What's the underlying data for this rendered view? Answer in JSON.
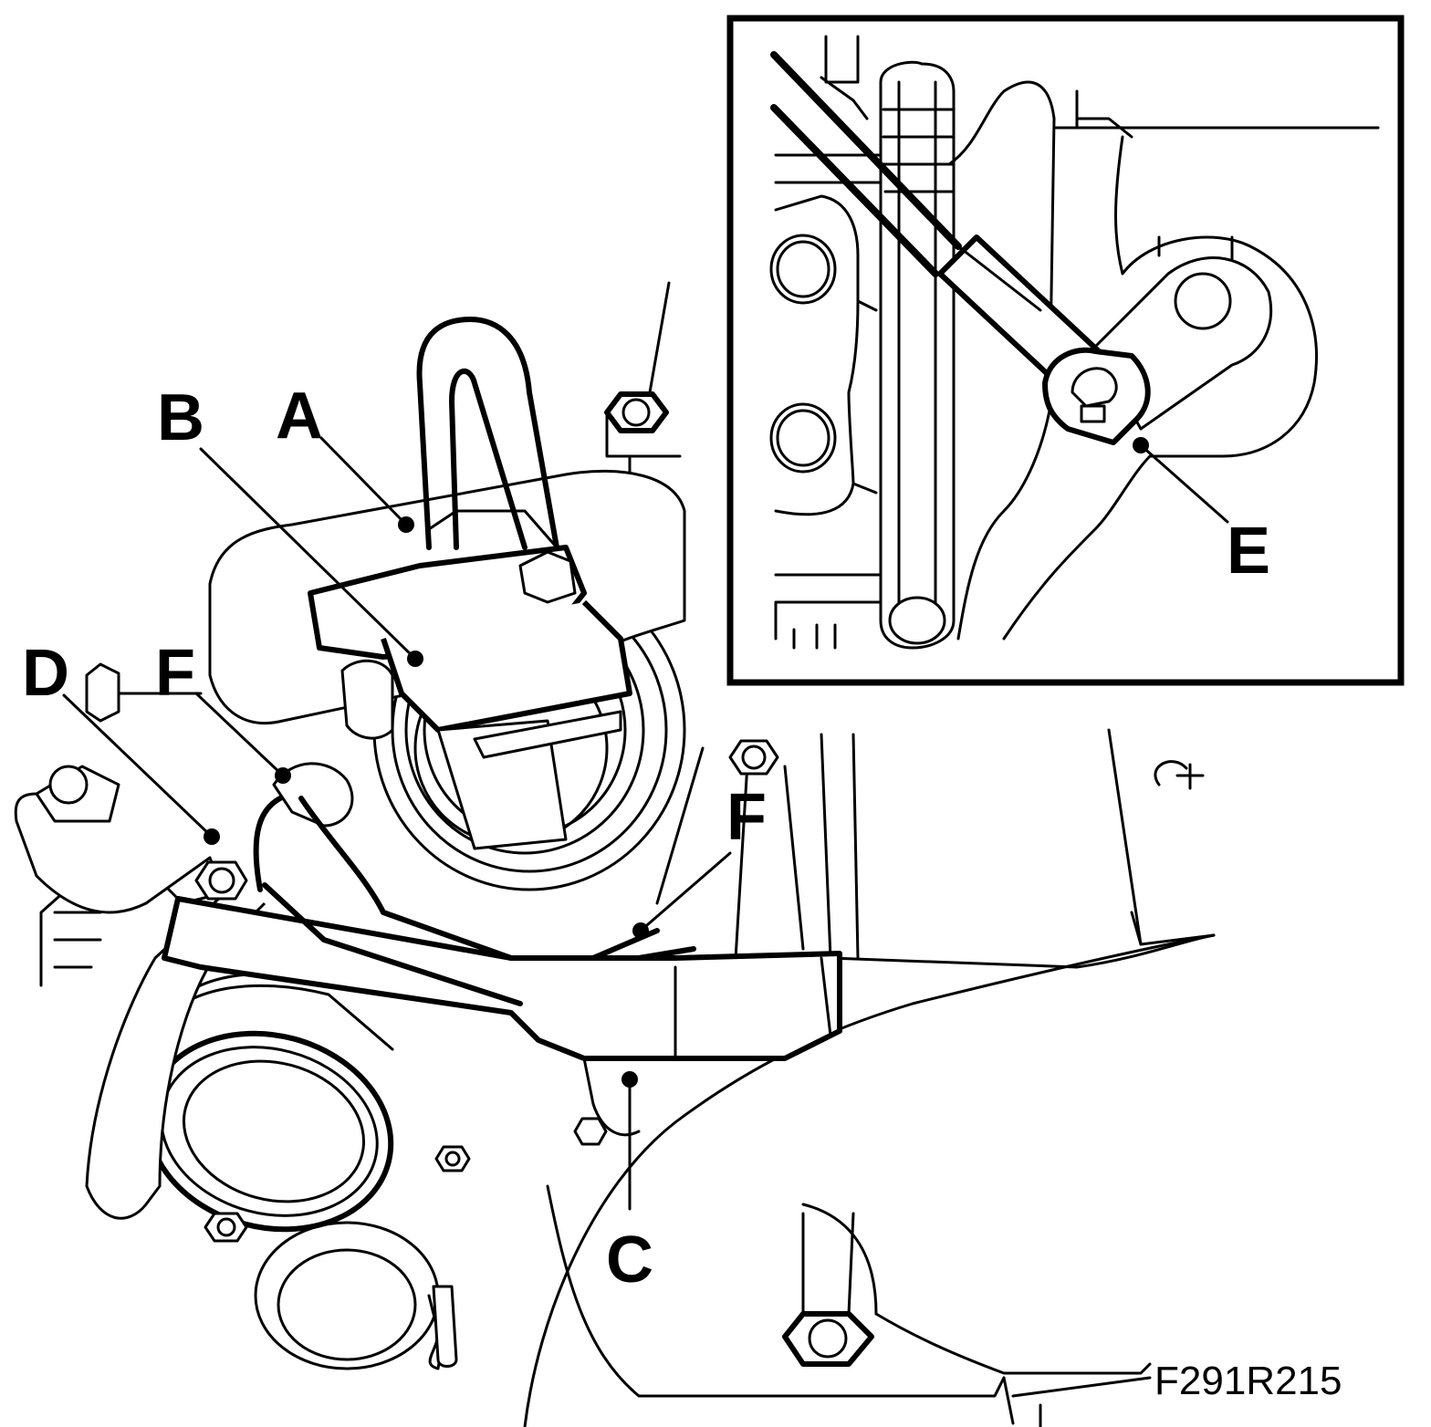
{
  "figure": {
    "code": "F291R215",
    "callouts": [
      {
        "id": "A",
        "text": "A"
      },
      {
        "id": "B",
        "text": "B"
      },
      {
        "id": "C",
        "text": "C"
      },
      {
        "id": "D",
        "text": "D"
      },
      {
        "id": "E",
        "text": "E"
      },
      {
        "id": "F1",
        "text": "F"
      },
      {
        "id": "F2",
        "text": "F"
      }
    ]
  }
}
